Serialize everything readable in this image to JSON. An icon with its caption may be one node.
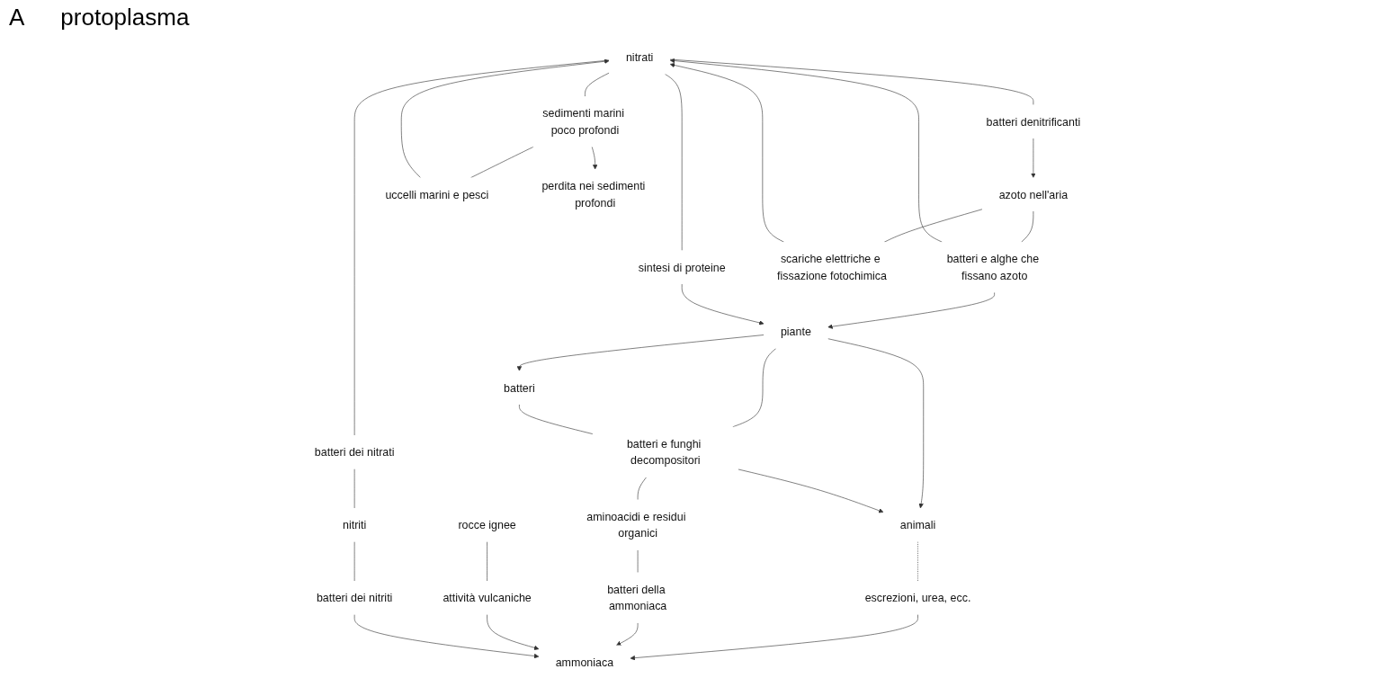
{
  "diagram": {
    "nodes": [
      {
        "text": [
          "piante"
        ]
      },
      {
        "text": [
          "animali"
        ]
      },
      {
        "text": [
          "batteri"
        ]
      },
      {
        "text": [
          "escrezioni, urea, ecc."
        ]
      },
      {
        "text": [
          "batteri e funghi decompositori"
        ]
      },
      {
        "text": [
          "aminoacidi e residui organici"
        ]
      },
      {
        "text": [
          "batteri della ammoniaca"
        ]
      },
      {
        "text": [
          "ammoniaca"
        ]
      },
      {
        "text": [
          "attività vulcaniche"
        ]
      },
      {
        "text": [
          "rocce ignee"
        ]
      },
      {
        "text": [
          "batteri dei nitriti"
        ]
      },
      {
        "text": [
          "nitriti"
        ]
      },
      {
        "text": [
          "batteri dei nitrati"
        ]
      },
      {
        "text": [
          "nitrati"
        ]
      },
      {
        "text": [
          "sintesi di proteine"
        ]
      },
      {
        "text": [
          "batteri e alghe che fissano azoto"
        ]
      },
      {
        "text": [
          "azoto nell'aria"
        ]
      },
      {
        "text": [
          "scariche elettriche e fissazione fotochimica"
        ]
      },
      {
        "text": [
          "batteri denitrificanti"
        ]
      },
      {
        "text": [
          "uccelli marini e pesci"
        ]
      },
      {
        "text": [
          "sedimenti marini poco profondi"
        ]
      },
      {
        "text": [
          "perdita nei sedimenti profondi"
        ]
      }
    ],
    "edges": [
      {
        "from": 0,
        "to": 1,
        "arrow": "to"
      },
      {
        "from": 0,
        "to": 2,
        "arrow": "to"
      },
      {
        "from": 1,
        "to": 3,
        "arrow": "none",
        "style": "dashed"
      },
      {
        "from": 3,
        "to": 7,
        "arrow": "to"
      },
      {
        "from": 0,
        "to": 4,
        "arrow": "none"
      },
      {
        "from": 2,
        "to": 4,
        "arrow": "none"
      },
      {
        "from": 4,
        "to": 1,
        "arrow": "to"
      },
      {
        "from": 4,
        "to": 5,
        "arrow": "none"
      },
      {
        "from": 5,
        "to": 6,
        "arrow": "none"
      },
      {
        "from": 6,
        "to": 7,
        "arrow": "to"
      },
      {
        "from": 8,
        "to": 7,
        "arrow": "to"
      },
      {
        "from": 9,
        "to": 8,
        "arrow": "none"
      },
      {
        "from": 10,
        "to": 7,
        "arrow": "to"
      },
      {
        "from": 11,
        "to": 10,
        "arrow": "none"
      },
      {
        "from": 12,
        "to": 11,
        "arrow": "none"
      },
      {
        "from": 13,
        "to": 12,
        "arrow": "none"
      },
      {
        "from": 13,
        "to": 18,
        "arrow": "none"
      },
      {
        "from": 18,
        "to": 16,
        "arrow": "to"
      },
      {
        "from": 16,
        "to": 17,
        "arrow": "none"
      },
      {
        "from": 17,
        "to": 13,
        "arrow": "to"
      },
      {
        "from": 16,
        "to": 15,
        "arrow": "none"
      },
      {
        "from": 15,
        "to": 13,
        "arrow": "to"
      },
      {
        "from": 15,
        "to": 0,
        "arrow": "to"
      },
      {
        "from": 13,
        "to": 14,
        "arrow": "none"
      },
      {
        "from": 14,
        "to": 0,
        "arrow": "to"
      },
      {
        "from": 13,
        "to": 20,
        "arrow": "none"
      },
      {
        "from": 20,
        "to": 19,
        "arrow": "none"
      },
      {
        "from": 19,
        "to": 13,
        "arrow": "to"
      },
      {
        "from": 20,
        "to": 21,
        "arrow": "to"
      }
    ],
    "labels": [
      "A",
      "protoplasma"
    ]
  }
}
